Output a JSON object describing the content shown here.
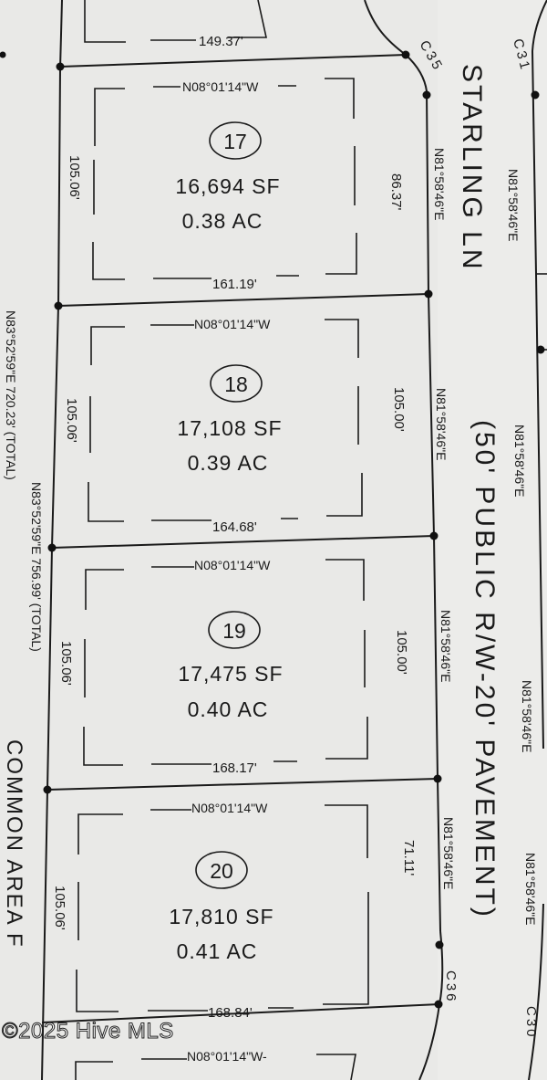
{
  "street": {
    "name": "STARLING LN",
    "description": "(50' PUBLIC R/W-20' PAVEMENT)"
  },
  "top_lot_fragment": {
    "rear_dim": "149.37'"
  },
  "lots": [
    {
      "number": "17",
      "area_sf": "16,694 SF",
      "area_ac": "0.38 AC",
      "top_bearing": "N08°01'14\"W",
      "bottom_dim": "161.19'",
      "left_dim": "105.06'",
      "right_dim": "86.37'",
      "frontage_bearing": "N81°58'46\"E"
    },
    {
      "number": "18",
      "area_sf": "17,108 SF",
      "area_ac": "0.39 AC",
      "top_bearing": "N08°01'14\"W",
      "bottom_dim": "164.68'",
      "left_dim": "105.06'",
      "right_dim": "105.00'",
      "frontage_bearing": "N81°58'46\"E"
    },
    {
      "number": "19",
      "area_sf": "17,475 SF",
      "area_ac": "0.40 AC",
      "top_bearing": "N08°01'14\"W",
      "bottom_dim": "168.17'",
      "left_dim": "105.06'",
      "right_dim": "105.00'",
      "frontage_bearing": "N81°58'46\"E"
    },
    {
      "number": "20",
      "area_sf": "17,810 SF",
      "area_ac": "0.41 AC",
      "top_bearing": "N08°01'14\"W",
      "bottom_dim": "168.84'",
      "left_dim": "105.06'",
      "right_dim": "71.11'",
      "frontage_bearing": "N81°58'46\"E"
    }
  ],
  "bottom_lot_fragment": {
    "top_bearing": "N08°01'14\"W-"
  },
  "curves": {
    "c35": "C35",
    "c36": "C36",
    "c30": "C30",
    "c31": "C31"
  },
  "opposite_row_bearings": [
    "N81°58'46\"E",
    "N81°58'46\"E",
    "N81°58'46\"E",
    "N81°58'46\"E"
  ],
  "rear_line": {
    "inner": "N83°52'59\"E  756.99' (TOTAL)",
    "outer": "N83°52'59\"E  720.23' (TOTAL)"
  },
  "common_area": "COMMON AREA F",
  "watermark": "©2025 Hive MLS"
}
